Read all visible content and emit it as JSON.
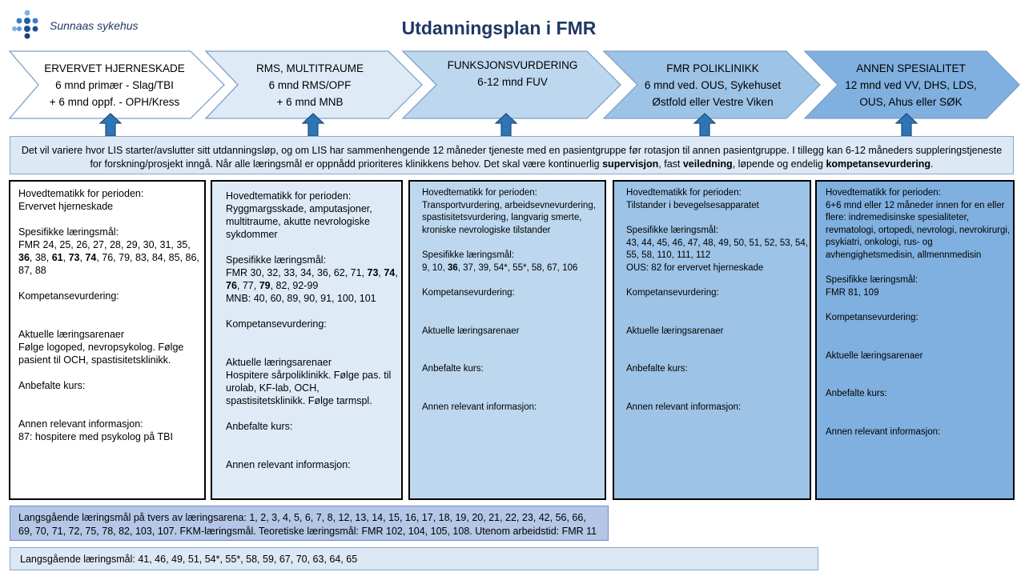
{
  "logo": {
    "text": "Sunnaas sykehus",
    "color": "#1f5fa8"
  },
  "title": "Utdanningsplan i FMR",
  "chevrons": [
    {
      "lines": [
        "ERVERVET HJERNESKADE",
        "6 mnd primær - Slag/TBI",
        "+ 6 mnd oppf. - OPH/Kress"
      ],
      "fill": "#ffffff"
    },
    {
      "lines": [
        "RMS, MULTITRAUME",
        "6 mnd RMS/OPF",
        "+ 6 mnd MNB"
      ],
      "fill": "#deebf7"
    },
    {
      "lines": [
        "FUNKSJONSVURDERING",
        "6-12 mnd FUV"
      ],
      "fill": "#bdd7ee"
    },
    {
      "lines": [
        "FMR POLIKLINIKK",
        "6 mnd ved. OUS, Sykehuset",
        "Østfold eller Vestre Viken"
      ],
      "fill": "#9dc3e6"
    },
    {
      "lines": [
        "ANNEN SPESIALITET",
        "12 mnd ved VV, DHS, LDS,",
        "OUS, Ahus eller SØK"
      ],
      "fill": "#7fb0df"
    }
  ],
  "arrow_color": "#2e75b6",
  "info": {
    "part1": "Det vil variere hvor LIS starter/avslutter sitt utdanningsløp, og om LIS har sammenhengende 12 måneder tjeneste med en pasientgruppe før rotasjon til annen pasientgruppe. I tillegg kan 6-12 måneders suppleringstjeneste for forskning/prosjekt inngå. Når alle læringsmål er oppnådd prioriteres klinikkens behov. Det skal være kontinuerlig ",
    "bold1": "supervisjon",
    "part2": ", fast ",
    "bold2": "veiledning",
    "part3": ",  løpende og endelig ",
    "bold3": "kompetansevurdering",
    "part4": "."
  },
  "columns": [
    {
      "tema_label": "Hovedtematikk for perioden:",
      "tema": "Ervervet hjerneskade",
      "laeringsmaal_label": "Spesifikke læringsmål:",
      "laeringsmaal": [
        {
          "t": "FMR 24, 25, 26, 27, 28, 29, 30, 31, 35, ",
          "b": false
        },
        {
          "t": "36",
          "b": true
        },
        {
          "t": ", 38, ",
          "b": false
        },
        {
          "t": "61",
          "b": true
        },
        {
          "t": ", ",
          "b": false
        },
        {
          "t": "73",
          "b": true
        },
        {
          "t": ", ",
          "b": false
        },
        {
          "t": "74",
          "b": true
        },
        {
          "t": ", 76, 79, 83, 84, 85, 86, 87, 88",
          "b": false
        }
      ],
      "kompetanse_label": "Kompetansevurdering:",
      "kompetanse": "",
      "arena_label": "Aktuelle læringsarenaer",
      "arena": "Følge logoped, nevropsykolog. Følge pasient til OCH, spastisitetsklinikk.",
      "kurs_label": "Anbefalte kurs:",
      "kurs": "",
      "annen_label": "Annen relevant informasjon:",
      "annen": "87: hospitere med psykolog på TBI"
    },
    {
      "tema_label": "Hovedtematikk for perioden:",
      "tema": "Ryggmargsskade, amputasjoner, multitraume, akutte nevrologiske sykdommer",
      "laeringsmaal_label": "Spesifikke læringsmål:",
      "laeringsmaal": [
        {
          "t": "FMR 30, 32, 33, 34, 36, 62, 71, ",
          "b": false
        },
        {
          "t": "73",
          "b": true
        },
        {
          "t": ", ",
          "b": false
        },
        {
          "t": "74",
          "b": true
        },
        {
          "t": ", ",
          "b": false
        },
        {
          "t": "76",
          "b": true
        },
        {
          "t": ", 77, ",
          "b": false
        },
        {
          "t": "79",
          "b": true
        },
        {
          "t": ", 82, 92-99",
          "b": false
        }
      ],
      "laeringsmaal2": "MNB: 40, 60, 89, 90, 91, 100, 101",
      "kompetanse_label": "Kompetansevurdering:",
      "kompetanse": "",
      "arena_label": "Aktuelle læringsarenaer",
      "arena": "Hospitere sårpoliklinikk. Følge pas. til urolab, KF-lab, OCH, spastisitetsklinikk. Følge tarmspl.",
      "kurs_label": "Anbefalte kurs:",
      "kurs": "",
      "annen_label": "Annen relevant informasjon:",
      "annen": ""
    },
    {
      "tema_label": "Hovedtematikk for perioden:",
      "tema": "Transportvurdering, arbeidsevnevurdering, spastisitetsvurdering, langvarig smerte, kroniske nevrologiske tilstander",
      "laeringsmaal_label": "Spesifikke læringsmål:",
      "laeringsmaal": [
        {
          "t": "9, 10, ",
          "b": false
        },
        {
          "t": "36",
          "b": true
        },
        {
          "t": ", 37, 39, 54*, 55*, 58, 67, 106",
          "b": false
        }
      ],
      "kompetanse_label": "Kompetansevurdering:",
      "kompetanse": "",
      "arena_label": "Aktuelle læringsarenaer",
      "arena": "",
      "kurs_label": "Anbefalte kurs:",
      "kurs": "",
      "annen_label": "Annen relevant informasjon:",
      "annen": ""
    },
    {
      "tema_label": "Hovedtematikk for perioden:",
      "tema": "Tilstander i bevegelsesapparatet",
      "laeringsmaal_label": "Spesifikke læringsmål:",
      "laeringsmaal": [
        {
          "t": "43, 44, 45, 46, 47, 48, 49, 50, 51, 52, 53, 54, 55, 58, 110, 111, 112",
          "b": false
        }
      ],
      "laeringsmaal2": "OUS: 82 for ervervet hjerneskade",
      "kompetanse_label": "Kompetansevurdering:",
      "kompetanse": "",
      "arena_label": "Aktuelle læringsarenaer",
      "arena": "",
      "kurs_label": "Anbefalte kurs:",
      "kurs": "",
      "annen_label": "Annen relevant informasjon:",
      "annen": ""
    },
    {
      "tema_label": "Hovedtematikk for perioden:",
      "tema": "6+6 mnd eller 12 måneder innen for en eller flere: indremedisinske spesialiteter, revmatologi, ortopedi, nevrologi, nevrokirurgi, psykiatri, onkologi, rus- og avhengighetsmedisin, allmennmedisin",
      "laeringsmaal_label": "Spesifikke læringsmål:",
      "laeringsmaal": [
        {
          "t": "FMR 81, 109",
          "b": false
        }
      ],
      "kompetanse_label": "Kompetansevurdering:",
      "kompetanse": "",
      "arena_label": "Aktuelle læringsarenaer",
      "arena": "",
      "kurs_label": "Anbefalte kurs:",
      "kurs": "",
      "annen_label": "Annen relevant informasjon:",
      "annen": ""
    }
  ],
  "longitudinal1": "Langsgående læringsmål på tvers av læringsarena: 1, 2, 3, 4, 5, 6, 7, 8, 12, 13, 14, 15, 16, 17, 18, 19, 20, 21, 22, 23, 42, 56, 66, 69, 70, 71, 72, 75, 78, 82, 103, 107. FKM-læringsmål. Teoretiske læringsmål: FMR 102, 104, 105, 108. Utenom arbeidstid: FMR 11",
  "longitudinal2": "Langsgående læringsmål: 41, 46, 49, 51, 54*, 55*, 58, 59, 67, 70, 63, 64, 65"
}
